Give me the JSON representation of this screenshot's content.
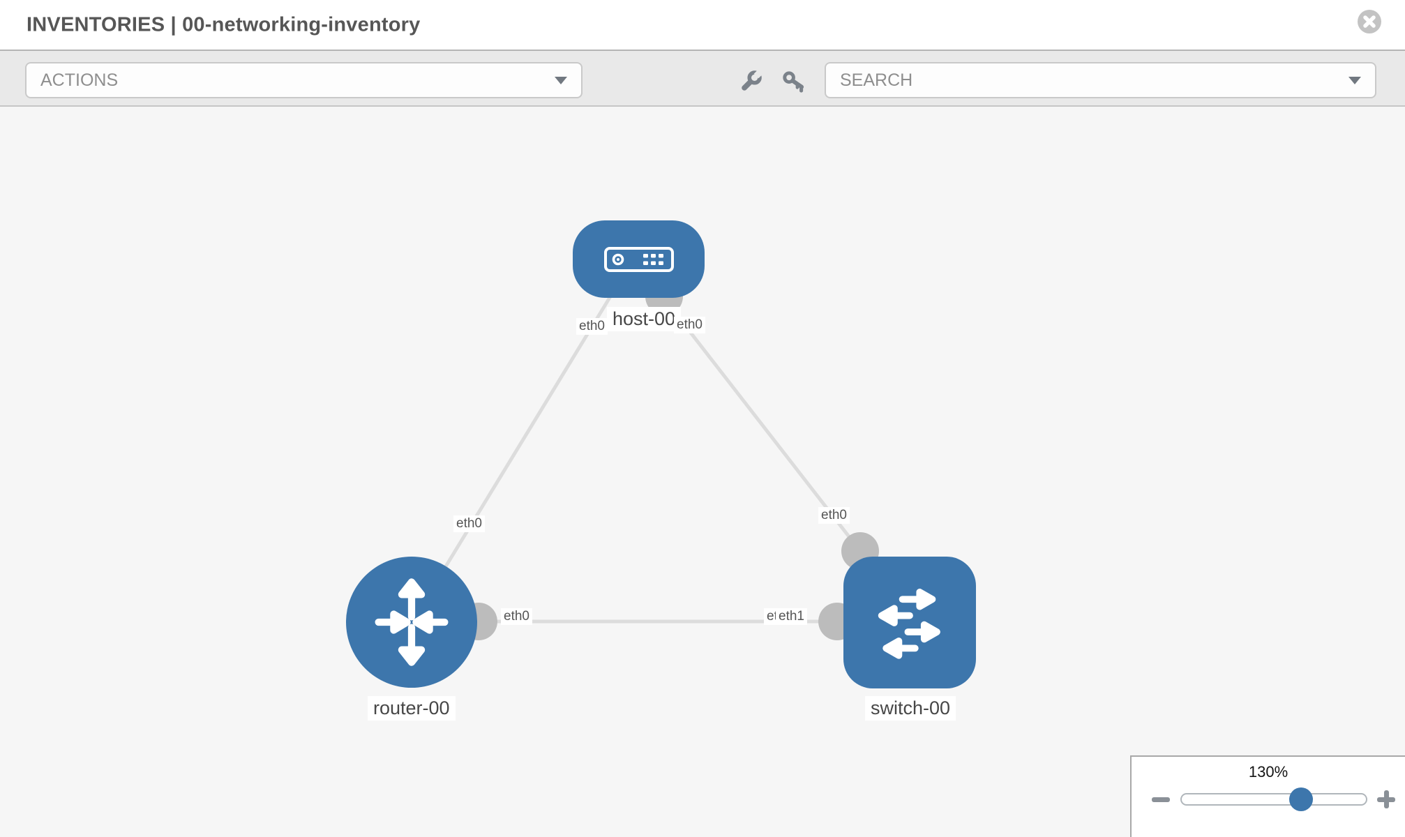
{
  "header": {
    "title": "INVENTORIES | 00-networking-inventory",
    "close_icon": "close"
  },
  "toolbar": {
    "actions_placeholder": "ACTIONS",
    "search_placeholder": "SEARCH",
    "icons": [
      "wrench-icon",
      "key-icon"
    ]
  },
  "topology": {
    "nodes": [
      {
        "name": "host-00",
        "type": "host"
      },
      {
        "name": "router-00",
        "type": "router"
      },
      {
        "name": "switch-00",
        "type": "switch"
      }
    ],
    "links": [
      {
        "source": "host-00",
        "source_interface": "eth0",
        "target": "router-00",
        "target_interface": "eth0"
      },
      {
        "source": "host-00",
        "source_interface": "eth0",
        "target": "switch-00",
        "target_interface": "eth0"
      },
      {
        "source": "router-00",
        "source_interface": "eth0",
        "target": "switch-00",
        "target_interface": "eth1"
      }
    ],
    "interface_labels": {
      "host_near_left": "eth0",
      "host_near_right": "eth0",
      "mid_left": "eth0",
      "mid_right": "eth0",
      "router_side": "eth0",
      "switch_side_back": "eth0",
      "switch_side_front": "eth1"
    }
  },
  "zoom_control": {
    "level": "130%",
    "minus_label": "−",
    "plus_label": "+"
  },
  "colors": {
    "node_blue": "#3d76ac",
    "link_gray": "#dcdcdc",
    "connector_gray": "#bcbcbc",
    "canvas_bg": "#f6f6f6"
  }
}
